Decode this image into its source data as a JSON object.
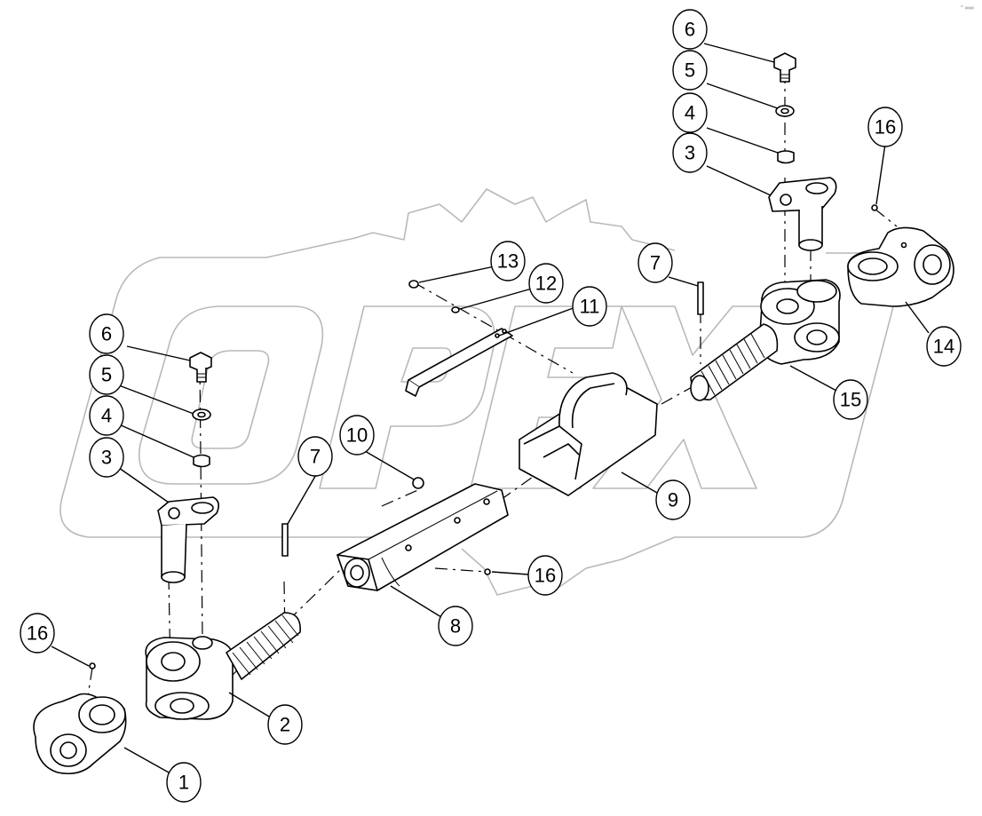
{
  "corner_mark": "° ∞∞",
  "watermark": {
    "text": "OPEX"
  },
  "callouts": [
    {
      "id": "c-6a",
      "label": "6"
    },
    {
      "id": "c-5a",
      "label": "5"
    },
    {
      "id": "c-4a",
      "label": "4"
    },
    {
      "id": "c-3a",
      "label": "3"
    },
    {
      "id": "c-16a",
      "label": "16"
    },
    {
      "id": "c-7a",
      "label": "7"
    },
    {
      "id": "c-13",
      "label": "13"
    },
    {
      "id": "c-12",
      "label": "12"
    },
    {
      "id": "c-11",
      "label": "11"
    },
    {
      "id": "c-14",
      "label": "14"
    },
    {
      "id": "c-15",
      "label": "15"
    },
    {
      "id": "c-6b",
      "label": "6"
    },
    {
      "id": "c-5b",
      "label": "5"
    },
    {
      "id": "c-4b",
      "label": "4"
    },
    {
      "id": "c-3b",
      "label": "3"
    },
    {
      "id": "c-10",
      "label": "10"
    },
    {
      "id": "c-7b",
      "label": "7"
    },
    {
      "id": "c-9",
      "label": "9"
    },
    {
      "id": "c-16b",
      "label": "16"
    },
    {
      "id": "c-8",
      "label": "8"
    },
    {
      "id": "c-16c",
      "label": "16"
    },
    {
      "id": "c-2",
      "label": "2"
    },
    {
      "id": "c-1",
      "label": "1"
    }
  ]
}
